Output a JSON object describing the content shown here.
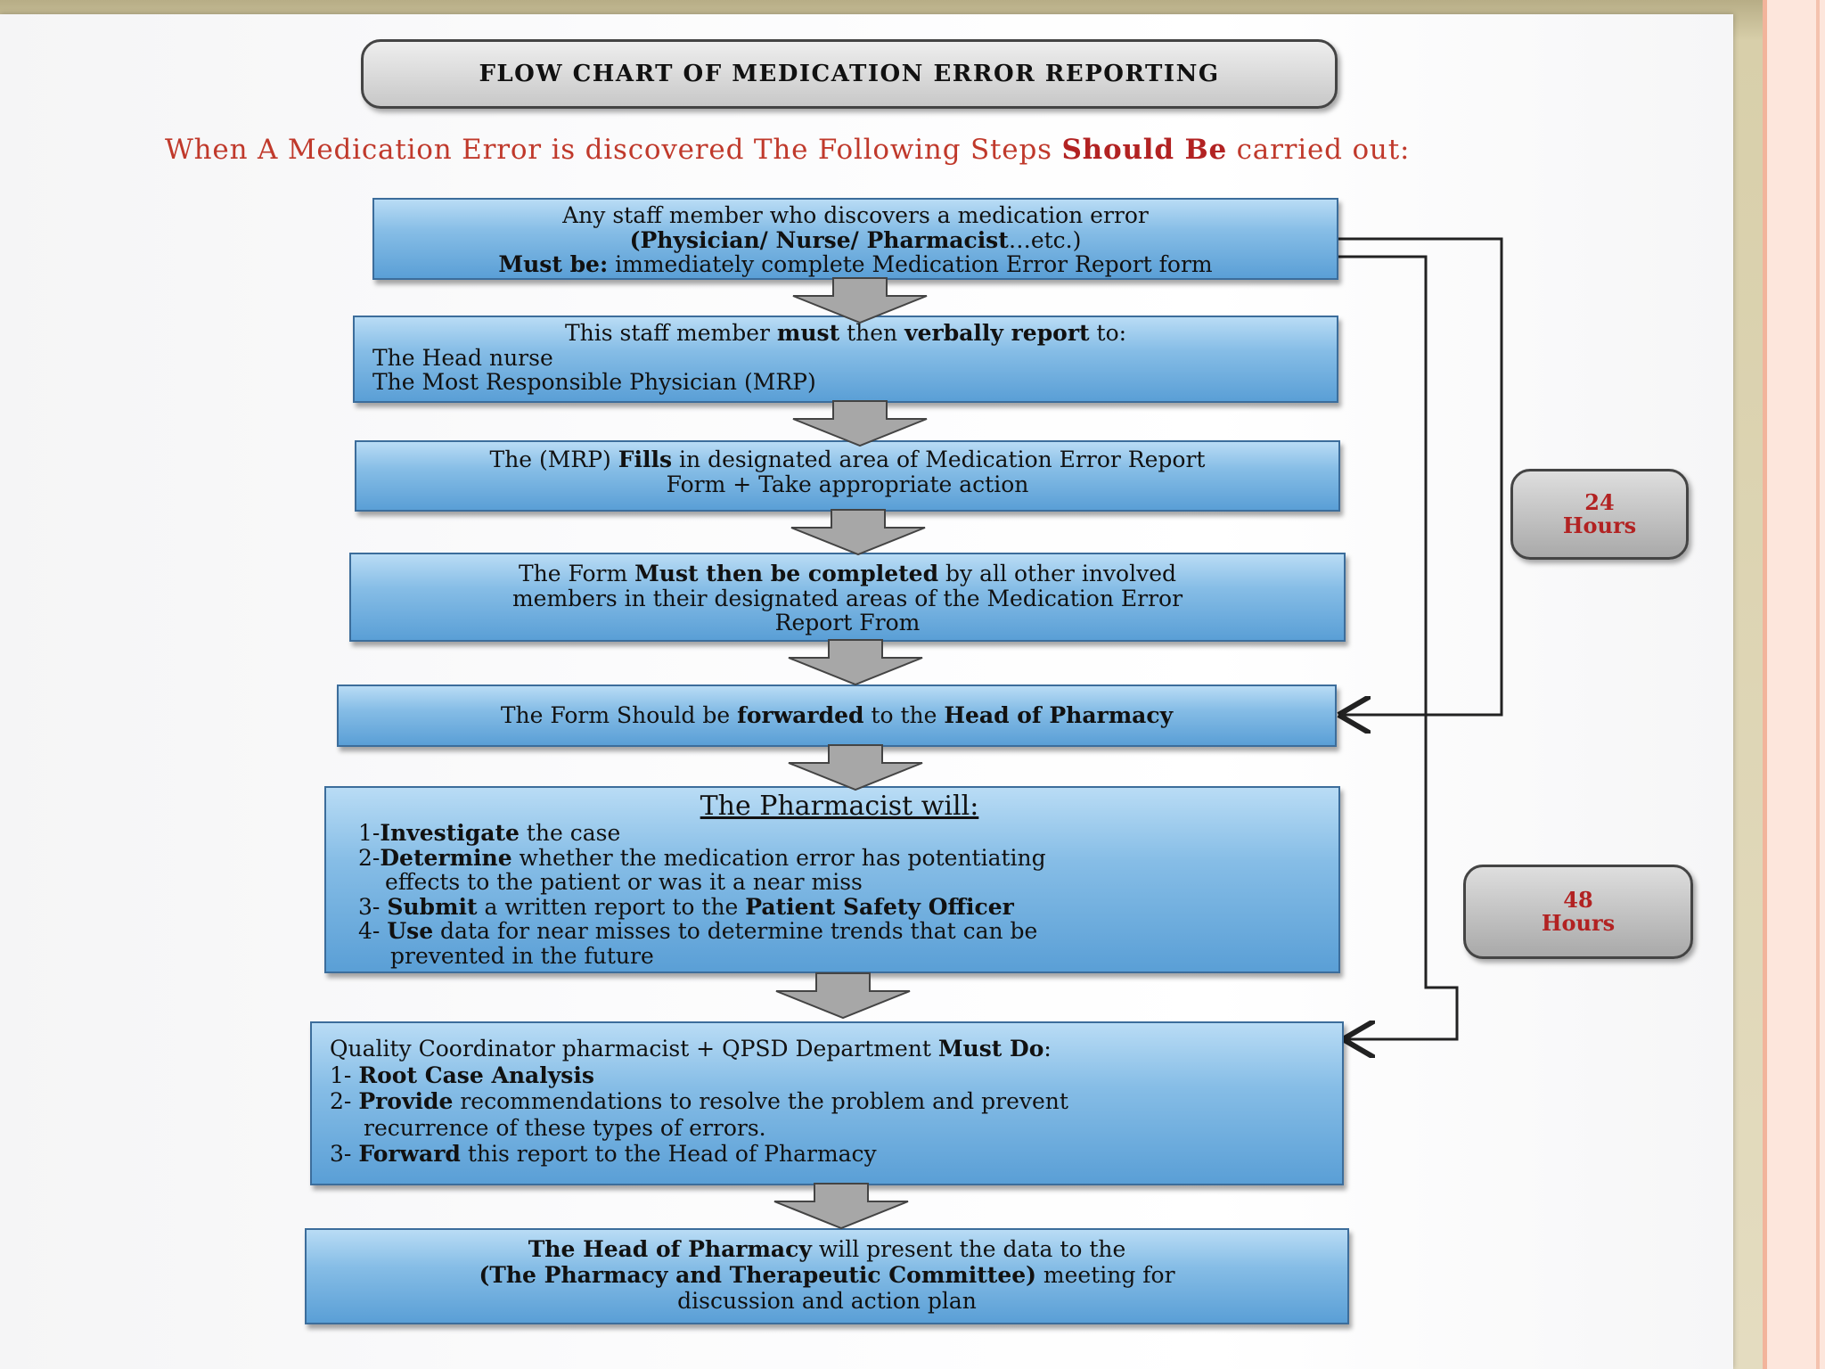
{
  "title": "FLOW CHART OF MEDICATION ERROR REPORTING",
  "subtitle": {
    "pre": "When A Medication Error is discovered The Following Steps ",
    "bold": "Should Be",
    "post": " carried out:"
  },
  "steps": [
    {
      "line1": "Any staff member who discovers a medication error",
      "line2_bold": "(Physician/ Nurse/ Pharmacist",
      "line2_rest": "…etc.)",
      "line3_bold": "Must be:",
      "line3_rest": " immediately complete Medication Error Report form"
    },
    {
      "l1_a": "This staff member ",
      "l1_b": "must",
      "l1_c": " then ",
      "l1_d": "verbally report",
      "l1_e": " to:",
      "item1": "The Head nurse",
      "item2": "The Most Responsible Physician (MRP)"
    },
    {
      "l1_a": "The (MRP) ",
      "l1_b": "Fills",
      "l1_c": " in designated area of Medication Error Report",
      "l2": "Form + Take appropriate action"
    },
    {
      "l1_a": "The Form ",
      "l1_b": "Must then be completed",
      "l1_c": " by all other involved",
      "l2": "members in their designated areas of the Medication Error",
      "l3": "Report From"
    },
    {
      "a": "The Form Should be ",
      "b": "forwarded",
      "c": " to the ",
      "d": "Head of Pharmacy"
    },
    {
      "heading": "The Pharmacist will:",
      "i1_num": "1-",
      "i1_bold": "Investigate",
      "i1_rest": " the case",
      "i2_num": "2-",
      "i2_bold": "Determine",
      "i2_rest": " whether the medication error has potentiating",
      "i2_cont": "effects to the patient or was it a near miss",
      "i3_num": "3- ",
      "i3_bold": "Submit",
      "i3_mid": " a written report to the ",
      "i3_bold2": "Patient Safety Officer",
      "i4_num": "4- ",
      "i4_bold": "Use",
      "i4_rest": " data  for near misses to determine trends that can be",
      "i4_cont": "prevented in the  future"
    },
    {
      "l1_a": "Quality Coordinator pharmacist + QPSD Department ",
      "l1_b": "Must Do",
      "l1_c": ":",
      "i1_num": "1- ",
      "i1_bold": "Root Case Analysis",
      "i2_num": "2- ",
      "i2_bold": "Provide",
      "i2_rest": " recommendations to resolve the problem and prevent",
      "i2_cont": "recurrence of these types of errors.",
      "i3_num": "3- ",
      "i3_bold": "Forward",
      "i3_rest": " this report to the Head of Pharmacy"
    },
    {
      "l1_b": "The Head of Pharmacy",
      "l1_c": " will present the data to the",
      "l2_b": "(The Pharmacy and Therapeutic Committee)",
      "l2_c": " meeting for",
      "l3": "discussion and action plan"
    }
  ],
  "timeboxes": [
    {
      "num": "24",
      "unit": "Hours"
    },
    {
      "num": "48",
      "unit": "Hours"
    }
  ]
}
